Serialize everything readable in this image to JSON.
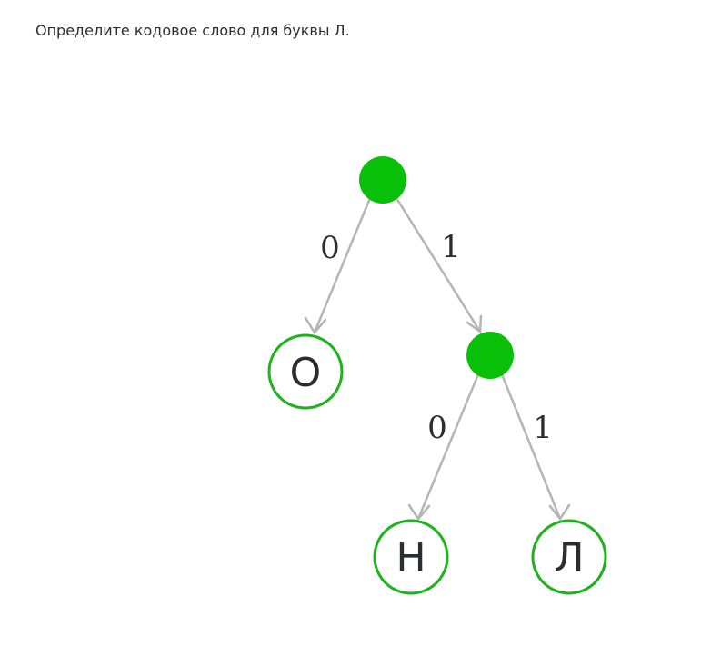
{
  "question": "Определите кодовое слово для буквы Л.",
  "colors": {
    "node_fill": "#08c008",
    "leaf_stroke": "#1db31d",
    "edge": "#b5b5b5",
    "text": "#2b2d33"
  },
  "tree": {
    "edges": {
      "root_left": "0",
      "root_right": "1",
      "inner_left": "0",
      "inner_right": "1"
    },
    "leaves": {
      "left": "О",
      "middle": "Н",
      "right": "Л"
    }
  }
}
